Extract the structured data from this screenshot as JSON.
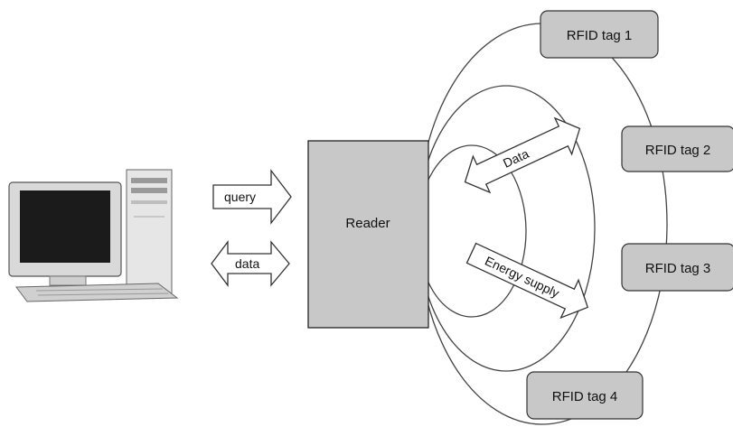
{
  "reader": {
    "label": "Reader"
  },
  "arrows": {
    "query": "query",
    "data_left": "data",
    "data_right": "Data",
    "energy": "Energy supply"
  },
  "tags": [
    {
      "label": "RFID tag 1"
    },
    {
      "label": "RFID tag 2"
    },
    {
      "label": "RFID tag 3"
    },
    {
      "label": "RFID tag 4"
    }
  ],
  "colors": {
    "box_fill": "#c8c8c8",
    "stroke": "#333333",
    "screen": "#1b1b1b",
    "monitor": "#d9d9d9"
  }
}
